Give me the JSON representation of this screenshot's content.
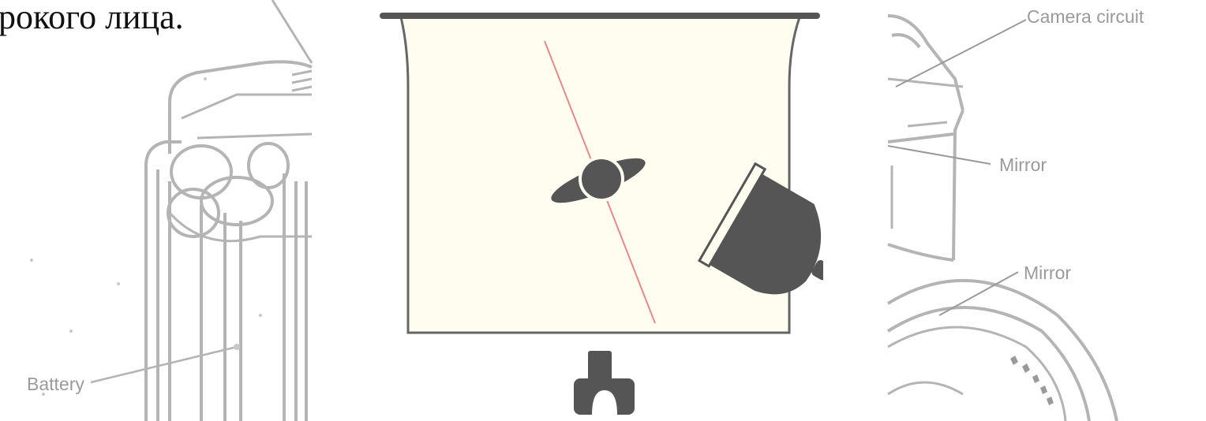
{
  "heading": "рокого лица.",
  "left_sketch": {
    "labels": {
      "battery": "Battery"
    }
  },
  "right_sketch": {
    "labels": {
      "camera_circuit": "Camera circuit",
      "mirror_upper": "Mirror",
      "mirror_lower": "Mirror"
    }
  },
  "lighting_diagram": {
    "backdrop_color": "#fffdf0",
    "dark_color": "#555555",
    "line_color": "#e88888"
  }
}
